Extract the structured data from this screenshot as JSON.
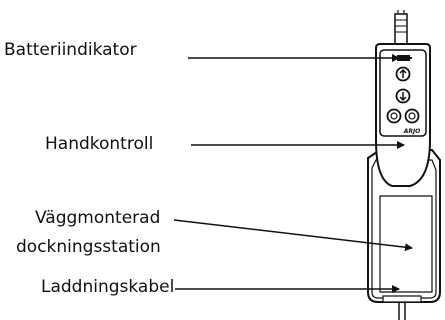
{
  "labels": {
    "battery_indicator": "Batteriindikator",
    "hand_control": "Handkontroll",
    "wall_dock_line1": "Väggmonterad",
    "wall_dock_line2": "dockningsstation",
    "charging_cable": "Laddningskabel"
  },
  "device": {
    "brand_mark": "ARJO",
    "buttons": [
      "up-arrow-icon",
      "down-arrow-icon",
      "left-circle-icon",
      "right-circle-icon"
    ]
  },
  "colors": {
    "line": "#111111",
    "device_fill": "#ffffff",
    "dock_fill": "#ffffff"
  }
}
